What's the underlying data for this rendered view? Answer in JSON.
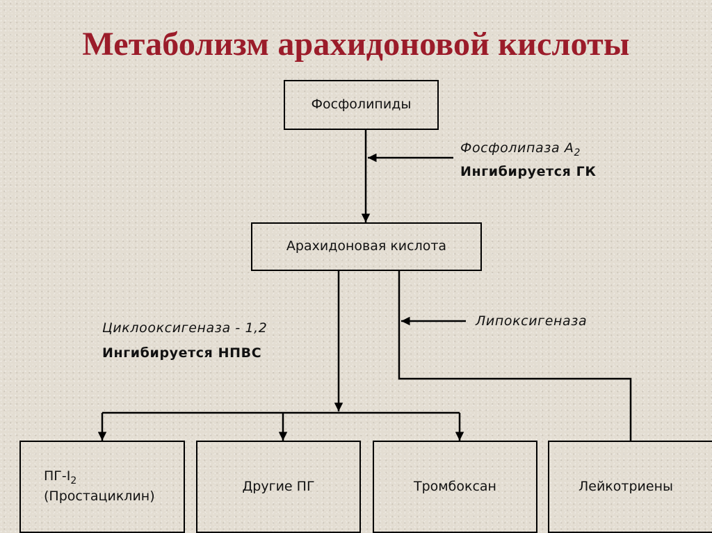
{
  "title": "Метаболизм арахидоновой кислоты",
  "boxes": {
    "phospholipids": "Фосфолипиды",
    "arachidonic_acid": "Арахидоновая кислота",
    "pgi2_name": "ПГ-I",
    "pgi2_sub": "2",
    "pgi2_alias": "(Простациклин)",
    "other_pg": "Другие ПГ",
    "thromboxane": "Тромбоксан",
    "leukotrienes": "Лейкотриены"
  },
  "enzymes": {
    "phospholipase_name": "Фосфолипаза А",
    "phospholipase_sub": "2",
    "phospholipase_inhibitor": "Ингибируется ГК",
    "cox_name": "Циклооксигеназа - 1,2",
    "cox_inhibitor": "Ингибируется НПВС",
    "lipoxygenase_name": "Липоксигеназа"
  }
}
